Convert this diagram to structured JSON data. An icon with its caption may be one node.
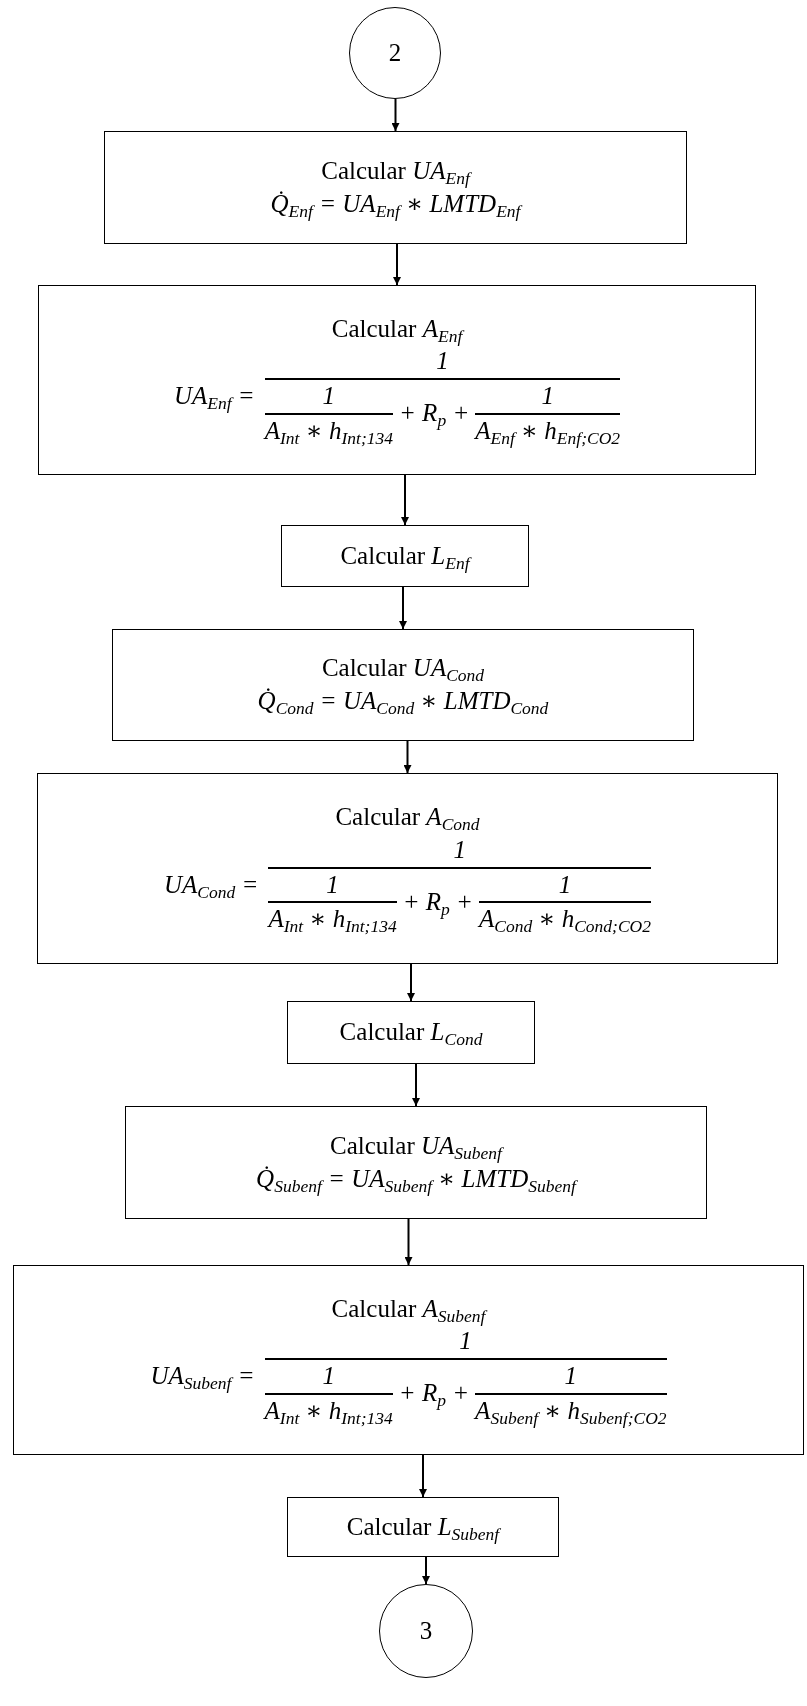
{
  "diagram": {
    "nodes": [
      {
        "text": [
          "2"
        ]
      },
      {
        "text": [
          "Calcular *UA*$_{Enf}$",
          "Q̇$_{Enf}$ = UA$_{Enf}$ ∗ LMTD$_{Enf}$"
        ]
      },
      {
        "text": [
          "Calcular *A*$_{Enf}$",
          "UA$_{Enf}$ =",
          "1",
          "1",
          "A$_{Int}$ ∗ h$_{Int;134}$",
          "+ R$_{p}$ +",
          "1",
          "A$_{Enf}$ ∗ h$_{Enf;CO2}$"
        ]
      },
      {
        "text": [
          "Calcular *L*$_{Enf}$"
        ]
      },
      {
        "text": [
          "Calcular *UA*$_{Cond}$",
          "Q̇$_{Cond}$ = UA$_{Cond}$ ∗ LMTD$_{Cond}$"
        ]
      },
      {
        "text": [
          "Calcular *A*$_{Cond}$",
          "UA$_{Cond}$ =",
          "1",
          "1",
          "A$_{Int}$ ∗ h$_{Int;134}$",
          "+ R$_{p}$ +",
          "1",
          "A$_{Cond}$ ∗ h$_{Cond;CO2}$"
        ]
      },
      {
        "text": [
          "Calcular *L*$_{Cond}$"
        ]
      },
      {
        "text": [
          "Calcular *UA*$_{Subenf}$",
          "Q̇$_{Subenf}$ = UA$_{Subenf}$ ∗ LMTD$_{Subenf}$"
        ]
      },
      {
        "text": [
          "Calcular *A*$_{Subenf}$",
          "UA$_{Subenf}$ =",
          "1",
          "1",
          "A$_{Int}$ ∗ h$_{Int;134}$",
          "+ R$_{p}$ +",
          "1",
          "A$_{Subenf}$ ∗ h$_{Subenf;CO2}$"
        ]
      },
      {
        "text": [
          "Calcular *L*$_{Subenf}$"
        ]
      },
      {
        "text": [
          "3"
        ]
      }
    ],
    "edges": [
      {
        "from": 0,
        "to": 1,
        "arrow": "to"
      },
      {
        "from": 1,
        "to": 2,
        "arrow": "to"
      },
      {
        "from": 2,
        "to": 3,
        "arrow": "to"
      },
      {
        "from": 3,
        "to": 4,
        "arrow": "to"
      },
      {
        "from": 4,
        "to": 5,
        "arrow": "to"
      },
      {
        "from": 5,
        "to": 6,
        "arrow": "to"
      },
      {
        "from": 6,
        "to": 7,
        "arrow": "to"
      },
      {
        "from": 7,
        "to": 8,
        "arrow": "to"
      },
      {
        "from": 8,
        "to": 9,
        "arrow": "to"
      },
      {
        "from": 9,
        "to": 10,
        "arrow": "to"
      }
    ]
  }
}
